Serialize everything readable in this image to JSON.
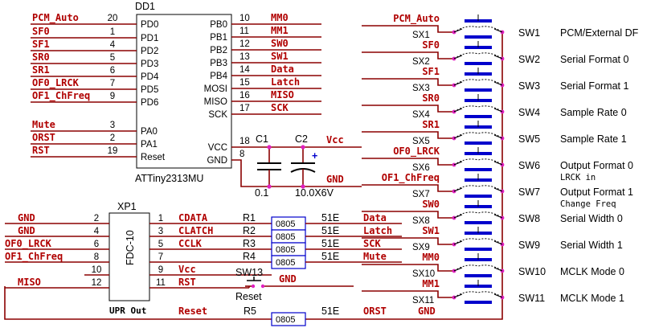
{
  "mcu": {
    "ref": "DD1",
    "part": "ATTiny2313MU",
    "left_pins": [
      {
        "net": "PCM_Auto",
        "num": "20",
        "name": "PD0"
      },
      {
        "net": "SF0",
        "num": "1",
        "name": "PD1"
      },
      {
        "net": "SF1",
        "num": "4",
        "name": "PD2"
      },
      {
        "net": "SR0",
        "num": "5",
        "name": "PD3"
      },
      {
        "net": "SR1",
        "num": "6",
        "name": "PD4"
      },
      {
        "net": "OF0_LRCK",
        "num": "7",
        "name": "PD5"
      },
      {
        "net": "OF1_ChFreq",
        "num": "9",
        "name": "PD6"
      },
      {
        "net": "Mute",
        "num": "3",
        "name": "PA0"
      },
      {
        "net": "ORST",
        "num": "2",
        "name": "PA1"
      },
      {
        "net": "RST",
        "num": "19",
        "name": "Reset"
      }
    ],
    "right_pins": [
      {
        "name": "PB0",
        "num": "10",
        "net": "MM0"
      },
      {
        "name": "PB1",
        "num": "11",
        "net": "MM1"
      },
      {
        "name": "PB2",
        "num": "12",
        "net": "SW0"
      },
      {
        "name": "PB3",
        "num": "13",
        "net": "SW1"
      },
      {
        "name": "PB4",
        "num": "14",
        "net": "Data"
      },
      {
        "name": "MOSI",
        "num": "15",
        "net": "Latch"
      },
      {
        "name": "MISO",
        "num": "16",
        "net": "MISO"
      },
      {
        "name": "SCK",
        "num": "17",
        "net": "SCK"
      },
      {
        "name": "VCC",
        "num": "18",
        "net": ""
      },
      {
        "name": "GND",
        "num": "8",
        "net": ""
      }
    ]
  },
  "caps": {
    "c1": "C1",
    "c2": "C2",
    "c1_val": "0.1",
    "c2_val": "10.0X6V",
    "vcc": "Vcc",
    "gnd": "GND",
    "plus": "+"
  },
  "connector": {
    "ref": "XP1",
    "part": "FDC-10",
    "footer": "UPR Out",
    "left": [
      {
        "net": "GND",
        "num": "2"
      },
      {
        "net": "GND",
        "num": "4"
      },
      {
        "net": "OF0_LRCK",
        "num": "6"
      },
      {
        "net": "OF1_ChFreq",
        "num": "8"
      },
      {
        "net": "",
        "num": "10"
      },
      {
        "net": "MISO",
        "num": "12"
      }
    ],
    "right": [
      {
        "num": "1",
        "net": "CDATA"
      },
      {
        "num": "3",
        "net": "CLATCH"
      },
      {
        "num": "5",
        "net": "CCLK"
      },
      {
        "num": "7",
        "net": ""
      },
      {
        "num": "9",
        "net": "Vcc"
      },
      {
        "num": "11",
        "net": "RST"
      }
    ]
  },
  "resistors": [
    {
      "ref": "R1",
      "pkg": "0805",
      "val": "51E",
      "net": "Data"
    },
    {
      "ref": "R2",
      "pkg": "0805",
      "val": "51E",
      "net": "Latch"
    },
    {
      "ref": "R3",
      "pkg": "0805",
      "val": "51E",
      "net": "SCK"
    },
    {
      "ref": "R4",
      "pkg": "0805",
      "val": "51E",
      "net": "Mute"
    }
  ],
  "sw13": {
    "ref": "SW13",
    "label": "Reset",
    "net": "GND"
  },
  "r5": {
    "net_left": "Reset",
    "ref": "R5",
    "pkg": "0805",
    "val": "51E",
    "net_right": "ORST"
  },
  "switches": [
    {
      "net": "PCM_Auto",
      "sx": "SX1",
      "sw": "SW1",
      "desc": "PCM/External DF",
      "note": ""
    },
    {
      "net": "SF0",
      "sx": "SX2",
      "sw": "SW2",
      "desc": "Serial Format 0",
      "note": ""
    },
    {
      "net": "SF1",
      "sx": "SX3",
      "sw": "SW3",
      "desc": "Serial Format 1",
      "note": ""
    },
    {
      "net": "SR0",
      "sx": "SX4",
      "sw": "SW4",
      "desc": "Sample Rate 0",
      "note": ""
    },
    {
      "net": "SR1",
      "sx": "SX5",
      "sw": "SW5",
      "desc": "Sample Rate 1",
      "note": ""
    },
    {
      "net": "OF0_LRCK",
      "sx": "SX6",
      "sw": "SW6",
      "desc": "Output Format 0",
      "note": "LRCK in"
    },
    {
      "net": "OF1_ChFreq",
      "sx": "SX7",
      "sw": "SW7",
      "desc": "Output Format 1",
      "note": "Change Freq"
    },
    {
      "net": "SW0",
      "sx": "SX8",
      "sw": "SW8",
      "desc": "Serial Width 0",
      "note": ""
    },
    {
      "net": "SW1",
      "sx": "SX9",
      "sw": "SW9",
      "desc": "Serial Width 1",
      "note": ""
    },
    {
      "net": "MM0",
      "sx": "SX10",
      "sw": "SW10",
      "desc": "MCLK Mode 0",
      "note": ""
    },
    {
      "net": "MM1",
      "sx": "SX11",
      "sw": "SW11",
      "desc": "MCLK Mode 1",
      "note": ""
    }
  ],
  "sw_gnd": "GND"
}
